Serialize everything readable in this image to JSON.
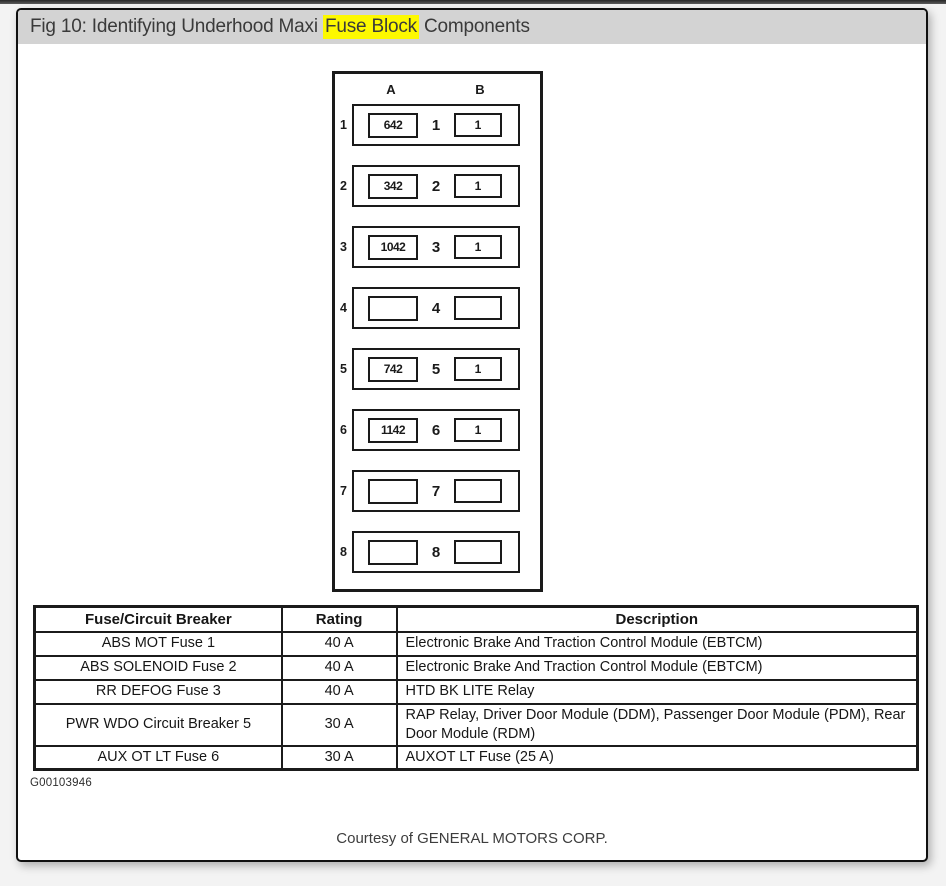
{
  "title": {
    "prefix": "Fig 10: Identifying Underhood Maxi ",
    "highlight": "Fuse Block",
    "suffix": " Components"
  },
  "diagram": {
    "column_a_label": "A",
    "column_b_label": "B",
    "rows": [
      {
        "num": "1",
        "a_value": "642",
        "center": "1",
        "b_value": "1"
      },
      {
        "num": "2",
        "a_value": "342",
        "center": "2",
        "b_value": "1"
      },
      {
        "num": "3",
        "a_value": "1042",
        "center": "3",
        "b_value": "1"
      },
      {
        "num": "4",
        "a_value": "",
        "center": "4",
        "b_value": ""
      },
      {
        "num": "5",
        "a_value": "742",
        "center": "5",
        "b_value": "1"
      },
      {
        "num": "6",
        "a_value": "1142",
        "center": "6",
        "b_value": "1"
      },
      {
        "num": "7",
        "a_value": "",
        "center": "7",
        "b_value": ""
      },
      {
        "num": "8",
        "a_value": "",
        "center": "8",
        "b_value": ""
      }
    ]
  },
  "table": {
    "headers": [
      "Fuse/Circuit Breaker",
      "Rating",
      "Description"
    ],
    "rows": [
      {
        "breaker": "ABS MOT Fuse 1",
        "rating": "40 A",
        "description": "Electronic Brake And Traction Control Module (EBTCM)"
      },
      {
        "breaker": "ABS SOLENOID Fuse 2",
        "rating": "40 A",
        "description": "Electronic Brake And Traction Control Module (EBTCM)"
      },
      {
        "breaker": "RR DEFOG Fuse 3",
        "rating": "40 A",
        "description": "HTD BK LITE Relay"
      },
      {
        "breaker": "PWR WDO Circuit Breaker 5",
        "rating": "30 A",
        "description": "RAP Relay, Driver Door Module (DDM), Passenger Door Module (PDM), Rear Door Module (RDM)"
      },
      {
        "breaker": "AUX OT LT Fuse 6",
        "rating": "30 A",
        "description": "AUXOT LT Fuse (25 A)"
      }
    ]
  },
  "footer": {
    "figure_id": "G00103946",
    "courtesy": "Courtesy of GENERAL MOTORS CORP."
  },
  "colors": {
    "titlebar_bg": "#d3d3d3",
    "highlight": "#fdf900",
    "ink": "#1a1a1a",
    "top_strip": "#3b3b3b"
  }
}
